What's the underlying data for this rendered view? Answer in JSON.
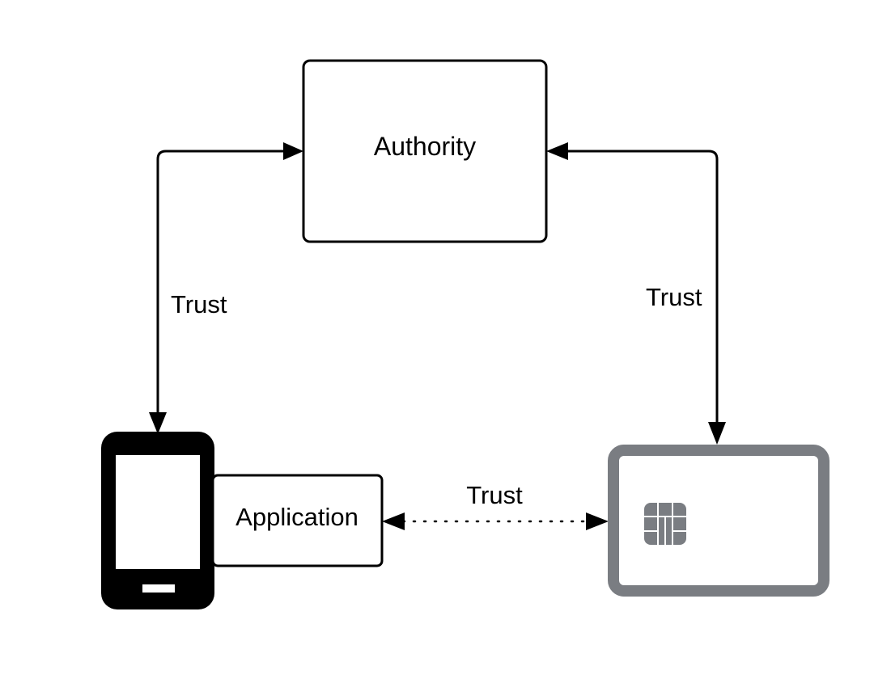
{
  "nodes": {
    "authority": {
      "label": "Authority"
    },
    "application": {
      "label": "Application"
    }
  },
  "edges": {
    "phone_authority": {
      "label": "Trust"
    },
    "card_authority": {
      "label": "Trust"
    },
    "application_card": {
      "label": "Trust"
    }
  },
  "colors": {
    "stroke": "#000000",
    "phone": "#000000",
    "card": "#7a7d82",
    "chip": "#7a7d82"
  },
  "icons": {
    "phone": "smartphone-icon",
    "card": "smart-card-icon",
    "chip": "chip-icon"
  }
}
